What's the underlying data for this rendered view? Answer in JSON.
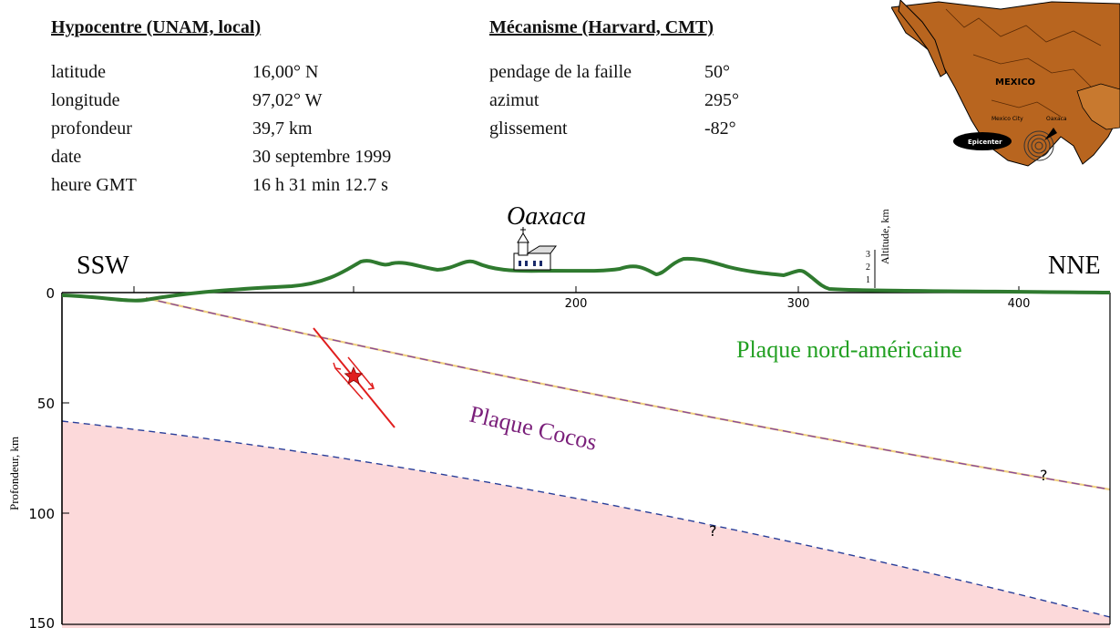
{
  "hypocentre": {
    "title": "Hypocentre (UNAM, local)",
    "rows": [
      {
        "label": "latitude",
        "value": "16,00° N"
      },
      {
        "label": "longitude",
        "value": "97,02° W"
      },
      {
        "label": "profondeur",
        "value": "39,7 km"
      },
      {
        "label": "date",
        "value": "30 septembre 1999"
      },
      {
        "label": "heure GMT",
        "value": "16 h 31 min 12.7 s"
      }
    ]
  },
  "mecanisme": {
    "title": "Mécanisme (Harvard, CMT)",
    "rows": [
      {
        "label": "pendage de la faille",
        "value": "50°"
      },
      {
        "label": "azimut",
        "value": "295°"
      },
      {
        "label": "glissement",
        "value": "-82°"
      }
    ]
  },
  "map_inset": {
    "country_label": "MEXICO",
    "city_labels": [
      "Mexico City",
      "Oaxaca"
    ],
    "epicenter_label": "Epicenter"
  },
  "section": {
    "city": "Oaxaca",
    "left_direction": "SSW",
    "right_direction": "NNE",
    "x_ticks": [
      "200",
      "300",
      "400"
    ],
    "y_ticks": [
      "0",
      "50",
      "100",
      "150"
    ],
    "y_axis_label": "Profondeur, km",
    "altitude_ticks": [
      "3",
      "2",
      "1"
    ],
    "altitude_label": "Altitude, km",
    "north_american_plate": "Plaque nord-américaine",
    "cocos_plate": "Plaque Cocos",
    "question_mark": "?",
    "colors": {
      "topography": "#2f7a2f",
      "plate_label_green": "#22a022",
      "plate_label_purple": "#7a1f7a",
      "slab_top_line": "#8a4a9a",
      "slab_bottom_line": "#2a3f9a",
      "mantle_fill": "#fcd9da",
      "fault": "#e01e1e",
      "map_land": "#b8651f",
      "map_sea": "#ffffff"
    }
  }
}
